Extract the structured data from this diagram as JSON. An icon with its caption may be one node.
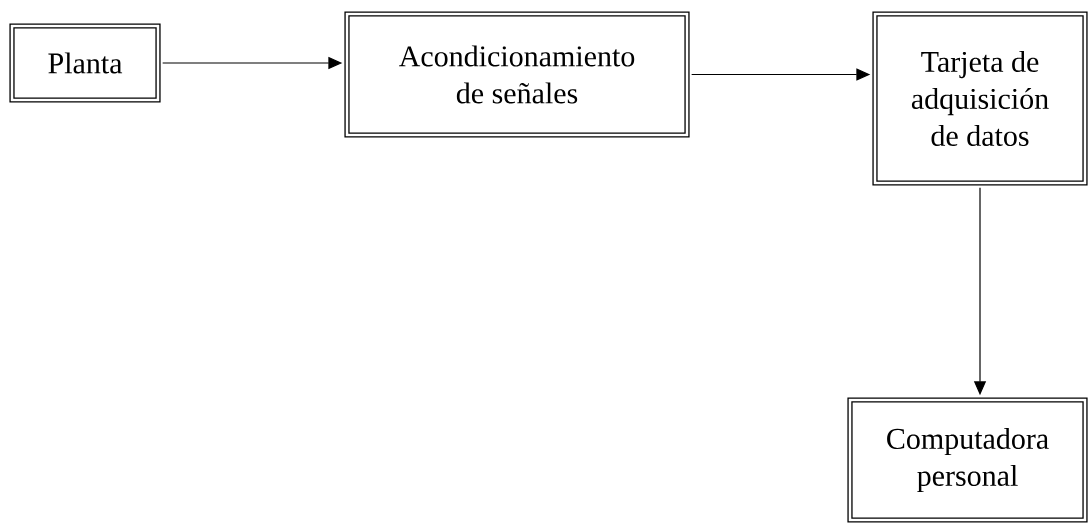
{
  "diagram": {
    "nodes": [
      {
        "text": [
          "Planta"
        ]
      },
      {
        "text": [
          "Acondicionamiento de señales"
        ]
      },
      {
        "text": [
          "Tarjeta de adquisición de datos"
        ]
      },
      {
        "text": [
          "Computadora personal"
        ]
      }
    ],
    "edges": [
      {
        "from": 0,
        "to": 1,
        "arrow": "to"
      },
      {
        "from": 1,
        "to": 2,
        "arrow": "to"
      },
      {
        "from": 2,
        "to": 3,
        "arrow": "to"
      }
    ]
  }
}
